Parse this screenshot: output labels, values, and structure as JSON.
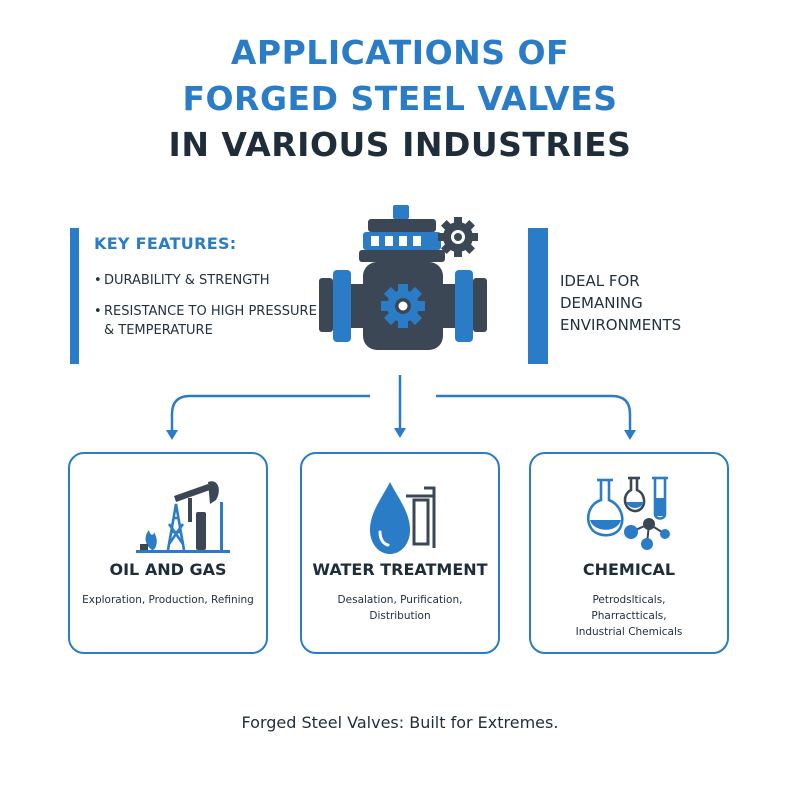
{
  "title": {
    "line1": "APPLICATIONS OF",
    "line2": "FORGED STEEL VALVES",
    "line3": "IN VARIOUS INDUSTRIES"
  },
  "features": {
    "heading": "KEY FEATURES:",
    "items": [
      "DURABILITY & STRENGTH",
      "RESISTANCE TO HIGH PRESSURE & TEMPERATURE"
    ]
  },
  "ideal": {
    "line1": "IDEAL FOR",
    "line2": "DEMANING",
    "line3": "ENVIRONMENTS"
  },
  "cards": [
    {
      "name": "OIL AND GAS",
      "desc": [
        "Exploration, Production, Refining"
      ],
      "icon": "oil-derrick-icon"
    },
    {
      "name": "WATER TREATMENT",
      "desc": [
        "Desalation, Purification, Distribution"
      ],
      "icon": "water-drop-tank-icon"
    },
    {
      "name": "CHEMICAL",
      "desc": [
        "Petrodslticals,",
        "Pharractticals,",
        "Industrial Chemicals"
      ],
      "icon": "flasks-molecule-icon"
    }
  ],
  "footer": "Forged Steel Valves: Built for Extremes.",
  "colors": {
    "accent": "#2a7cc7",
    "dark": "#3b4754",
    "text": "#1f2d3a"
  },
  "icons": {
    "valve": "valve-gear-icon"
  }
}
